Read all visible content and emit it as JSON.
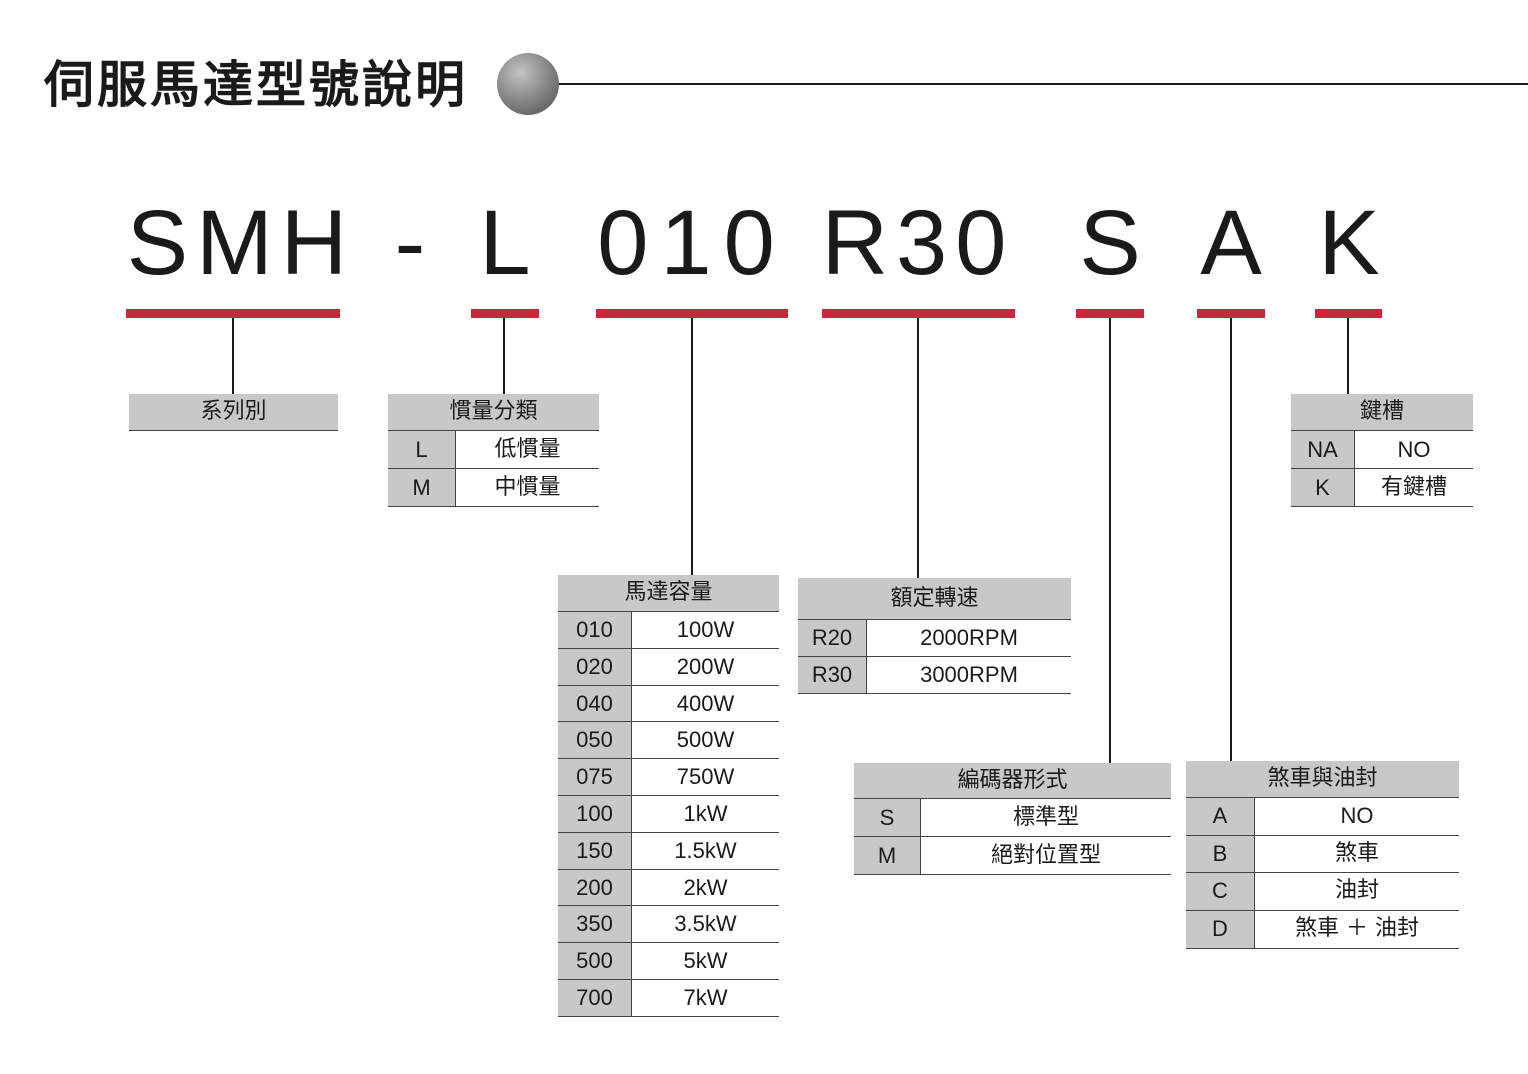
{
  "title": "伺服馬達型號說明",
  "model_code": {
    "series": "SMH",
    "dash": "-",
    "inertia": "L",
    "capacity": "010",
    "speed": "R30",
    "encoder": "S",
    "brake_seal": "A",
    "keyway": "K"
  },
  "tables": {
    "series": {
      "header": "系列別"
    },
    "inertia": {
      "header": "慣量分類",
      "rows": [
        {
          "code": "L",
          "value": "低慣量"
        },
        {
          "code": "M",
          "value": "中慣量"
        }
      ]
    },
    "capacity": {
      "header": "馬達容量",
      "rows": [
        {
          "code": "010",
          "value": "100W"
        },
        {
          "code": "020",
          "value": "200W"
        },
        {
          "code": "040",
          "value": "400W"
        },
        {
          "code": "050",
          "value": "500W"
        },
        {
          "code": "075",
          "value": "750W"
        },
        {
          "code": "100",
          "value": "1kW"
        },
        {
          "code": "150",
          "value": "1.5kW"
        },
        {
          "code": "200",
          "value": "2kW"
        },
        {
          "code": "350",
          "value": "3.5kW"
        },
        {
          "code": "500",
          "value": "5kW"
        },
        {
          "code": "700",
          "value": "7kW"
        }
      ]
    },
    "speed": {
      "header": "額定轉速",
      "rows": [
        {
          "code": "R20",
          "value": "2000RPM"
        },
        {
          "code": "R30",
          "value": "3000RPM"
        }
      ]
    },
    "encoder": {
      "header": "編碼器形式",
      "rows": [
        {
          "code": "S",
          "value": "標準型"
        },
        {
          "code": "M",
          "value": "絕對位置型"
        }
      ]
    },
    "brake_seal": {
      "header": "煞車與油封",
      "rows": [
        {
          "code": "A",
          "value": "NO"
        },
        {
          "code": "B",
          "value": "煞車"
        },
        {
          "code": "C",
          "value": "油封"
        },
        {
          "code": "D",
          "value": "煞車 ＋ 油封"
        }
      ]
    },
    "keyway": {
      "header": "鍵槽",
      "rows": [
        {
          "code": "NA",
          "value": "NO"
        },
        {
          "code": "K",
          "value": "有鍵槽"
        }
      ]
    }
  },
  "colors": {
    "accent_red": "#c8283a",
    "header_gray": "#c8c8c8",
    "ink": "#1a1a1a"
  }
}
